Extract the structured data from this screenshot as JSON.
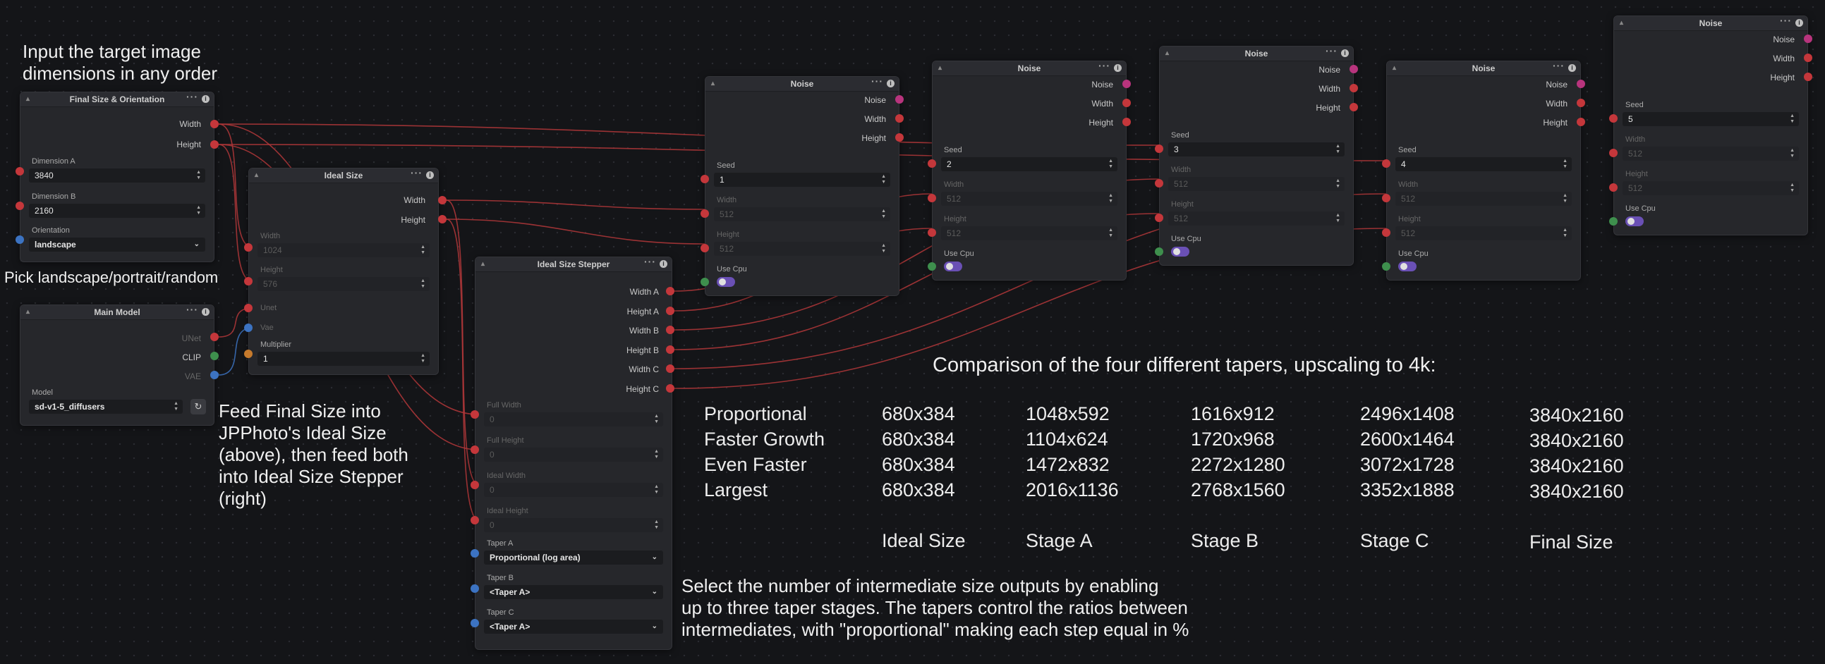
{
  "annotations": {
    "input_dims": [
      "Input the target image",
      "dimensions in any order"
    ],
    "pick_orientation": "Pick landscape/portrait/random",
    "feed_final": [
      "Feed Final Size into",
      "JPPhoto's Ideal Size",
      "(above), then feed both",
      "into Ideal Size Stepper",
      "(right)"
    ],
    "comparison_title": "Comparison of the four different tapers, upscaling to 4k:",
    "select_stages": [
      "Select the number of intermediate size outputs by enabling",
      "up to three taper stages. The tapers control the ratios between",
      "intermediates, with \"proportional\" making each step equal in %"
    ]
  },
  "table": {
    "rows": [
      {
        "name": "Proportional",
        "ideal": "680x384",
        "a": "1048x592",
        "b": "1616x912",
        "c": "2496x1408",
        "final": "3840x2160"
      },
      {
        "name": "Faster Growth",
        "ideal": "680x384",
        "a": "1104x624",
        "b": "1720x968",
        "c": "2600x1464",
        "final": "3840x2160"
      },
      {
        "name": "Even Faster",
        "ideal": "680x384",
        "a": "1472x832",
        "b": "2272x1280",
        "c": "3072x1728",
        "final": "3840x2160"
      },
      {
        "name": "Largest",
        "ideal": "680x384",
        "a": "2016x1136",
        "b": "2768x1560",
        "c": "3352x1888",
        "final": "3840x2160"
      }
    ],
    "columns": {
      "ideal": "Ideal Size",
      "a": "Stage A",
      "b": "Stage B",
      "c": "Stage C",
      "final": "Final Size"
    }
  },
  "final_size_node": {
    "title": "Final Size & Orientation",
    "outputs": [
      "Width",
      "Height"
    ],
    "dim_a_label": "Dimension A",
    "dim_a_value": "3840",
    "dim_b_label": "Dimension B",
    "dim_b_value": "2160",
    "orientation_label": "Orientation",
    "orientation_value": "landscape"
  },
  "ideal_size_node": {
    "title": "Ideal Size",
    "outputs": [
      "Width",
      "Height"
    ],
    "width_label": "Width",
    "width_value": "1024",
    "height_label": "Height",
    "height_value": "576",
    "unet_label": "Unet",
    "vae_label": "Vae",
    "multiplier_label": "Multiplier",
    "multiplier_value": "1"
  },
  "main_model_node": {
    "title": "Main Model",
    "outputs": [
      "UNet",
      "CLIP",
      "VAE"
    ],
    "model_label": "Model",
    "model_value": "sd-v1-5_diffusers"
  },
  "stepper_node": {
    "title": "Ideal Size Stepper",
    "outputs": [
      "Width A",
      "Height A",
      "Width B",
      "Height B",
      "Width C",
      "Height C"
    ],
    "full_width_label": "Full Width",
    "full_width_value": "0",
    "full_height_label": "Full Height",
    "full_height_value": "0",
    "ideal_width_label": "Ideal Width",
    "ideal_width_value": "0",
    "ideal_height_label": "Ideal Height",
    "ideal_height_value": "0",
    "taper_a_label": "Taper A",
    "taper_a_value": "Proportional (log area)",
    "taper_b_label": "Taper B",
    "taper_b_value": "<Taper A>",
    "taper_c_label": "Taper C",
    "taper_c_value": "<Taper A>"
  },
  "noise_nodes": [
    {
      "title": "Noise",
      "seed": "1"
    },
    {
      "title": "Noise",
      "seed": "2"
    },
    {
      "title": "Noise",
      "seed": "3"
    },
    {
      "title": "Noise",
      "seed": "4"
    },
    {
      "title": "Noise",
      "seed": "5"
    }
  ],
  "noise_common": {
    "outputs": [
      "Noise",
      "Width",
      "Height"
    ],
    "seed_label": "Seed",
    "width_label": "Width",
    "width_value": "512",
    "height_label": "Height",
    "height_value": "512",
    "use_cpu_label": "Use Cpu"
  },
  "colors": {
    "wire": "#b3373a",
    "float_socket": "#c4373b",
    "noise_socket": "#b8347d",
    "toggle": "#6a50b5",
    "background": "#141518"
  },
  "icons": {
    "collapse": "▴",
    "more": "···",
    "info": "i",
    "spin": "▲▼",
    "dropdown": "⌄",
    "refresh": "↻"
  }
}
